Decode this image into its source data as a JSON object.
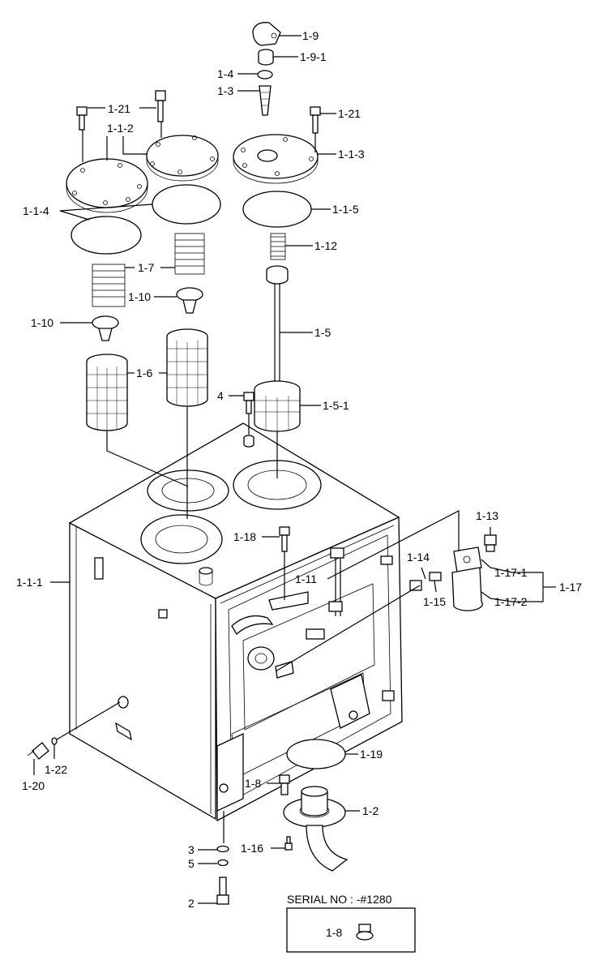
{
  "callouts": [
    {
      "id": "c-1-9",
      "text": "1-9"
    },
    {
      "id": "c-1-9-1",
      "text": "1-9-1"
    },
    {
      "id": "c-1-4",
      "text": "1-4"
    },
    {
      "id": "c-1-3",
      "text": "1-3"
    },
    {
      "id": "c-1-21-a",
      "text": "1-21"
    },
    {
      "id": "c-1-21-b",
      "text": "1-21"
    },
    {
      "id": "c-1-1-2",
      "text": "1-1-2"
    },
    {
      "id": "c-1-1-3",
      "text": "1-1-3"
    },
    {
      "id": "c-1-1-4",
      "text": "1-1-4"
    },
    {
      "id": "c-1-1-5",
      "text": "1-1-5"
    },
    {
      "id": "c-1-12",
      "text": "1-12"
    },
    {
      "id": "c-1-7",
      "text": "1-7"
    },
    {
      "id": "c-1-10-a",
      "text": "1-10"
    },
    {
      "id": "c-1-10-b",
      "text": "1-10"
    },
    {
      "id": "c-1-5",
      "text": "1-5"
    },
    {
      "id": "c-1-6",
      "text": "1-6"
    },
    {
      "id": "c-4",
      "text": "4"
    },
    {
      "id": "c-1-5-1",
      "text": "1-5-1"
    },
    {
      "id": "c-1-13",
      "text": "1-13"
    },
    {
      "id": "c-1-18",
      "text": "1-18"
    },
    {
      "id": "c-1-14",
      "text": "1-14"
    },
    {
      "id": "c-1-17-1",
      "text": "1-17-1"
    },
    {
      "id": "c-1-17",
      "text": "1-17"
    },
    {
      "id": "c-1-1-1",
      "text": "1-1-1"
    },
    {
      "id": "c-1-11",
      "text": "1-11"
    },
    {
      "id": "c-1-15",
      "text": "1-15"
    },
    {
      "id": "c-1-17-2",
      "text": "1-17-2"
    },
    {
      "id": "c-1-19",
      "text": "1-19"
    },
    {
      "id": "c-1-22",
      "text": "1-22"
    },
    {
      "id": "c-1-20",
      "text": "1-20"
    },
    {
      "id": "c-1-8-a",
      "text": "1-8"
    },
    {
      "id": "c-1-2",
      "text": "1-2"
    },
    {
      "id": "c-3",
      "text": "3"
    },
    {
      "id": "c-1-16",
      "text": "1-16"
    },
    {
      "id": "c-5",
      "text": "5"
    },
    {
      "id": "c-2",
      "text": "2"
    },
    {
      "id": "c-1-8-b",
      "text": "1-8"
    }
  ],
  "serial": {
    "label": "SERIAL NO : -#1280"
  }
}
